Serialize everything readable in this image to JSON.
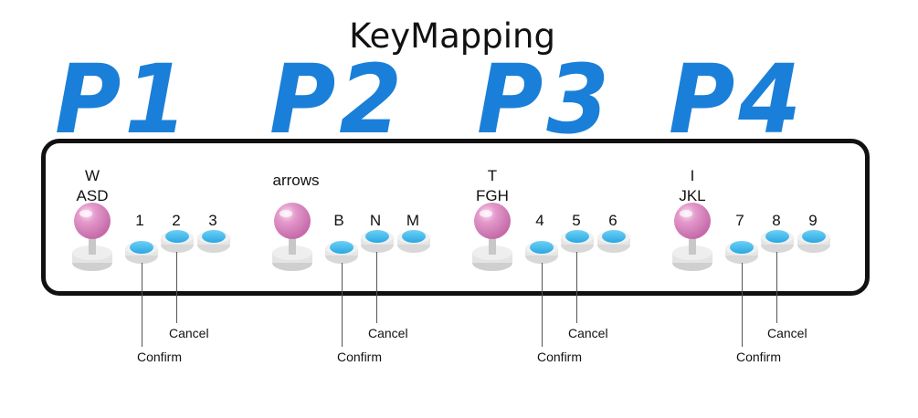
{
  "title": "KeyMapping",
  "players": [
    {
      "label": "P1",
      "stick": [
        "W",
        "ASD"
      ],
      "buttons": [
        "1",
        "2",
        "3"
      ],
      "confirm": "Confirm",
      "cancel": "Cancel"
    },
    {
      "label": "P2",
      "stick": [
        "",
        "arrows"
      ],
      "buttons": [
        "B",
        "N",
        "M"
      ],
      "confirm": "Confirm",
      "cancel": "Cancel"
    },
    {
      "label": "P3",
      "stick": [
        "T",
        "FGH"
      ],
      "buttons": [
        "4",
        "5",
        "6"
      ],
      "confirm": "Confirm",
      "cancel": "Cancel"
    },
    {
      "label": "P4",
      "stick": [
        "I",
        "JKL"
      ],
      "buttons": [
        "7",
        "8",
        "9"
      ],
      "confirm": "Confirm",
      "cancel": "Cancel"
    }
  ],
  "colors": {
    "player_label": "#1a7fd8",
    "ball": "#d67fbc",
    "button": "#3fb6ea",
    "base": "#dcdcdc"
  }
}
